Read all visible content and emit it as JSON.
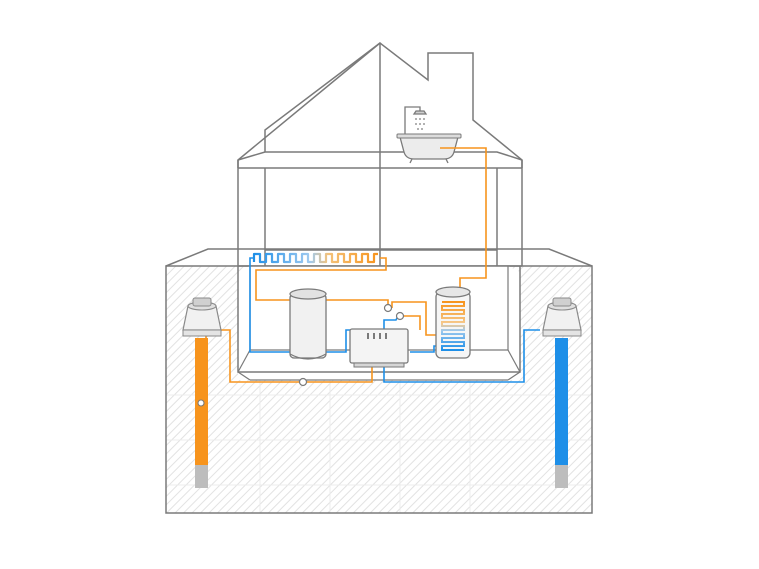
{
  "diagram": {
    "colors": {
      "outline": "#7a7a7a",
      "ground_hatch": "#e6e6e6",
      "ground_fill": "#f7f7f7",
      "warm": "#f7941d",
      "cold": "#1e8fe8",
      "metal_light": "#eeeeee",
      "metal_dark": "#bdbdbd",
      "background": "#ffffff"
    },
    "icons": [
      "house-outline",
      "bathtub-icon",
      "shower-head-icon",
      "underfloor-heating-coil",
      "buffer-tank",
      "heat-pump-unit",
      "hot-water-cylinder",
      "borehole-supply-well",
      "borehole-return-well"
    ]
  }
}
